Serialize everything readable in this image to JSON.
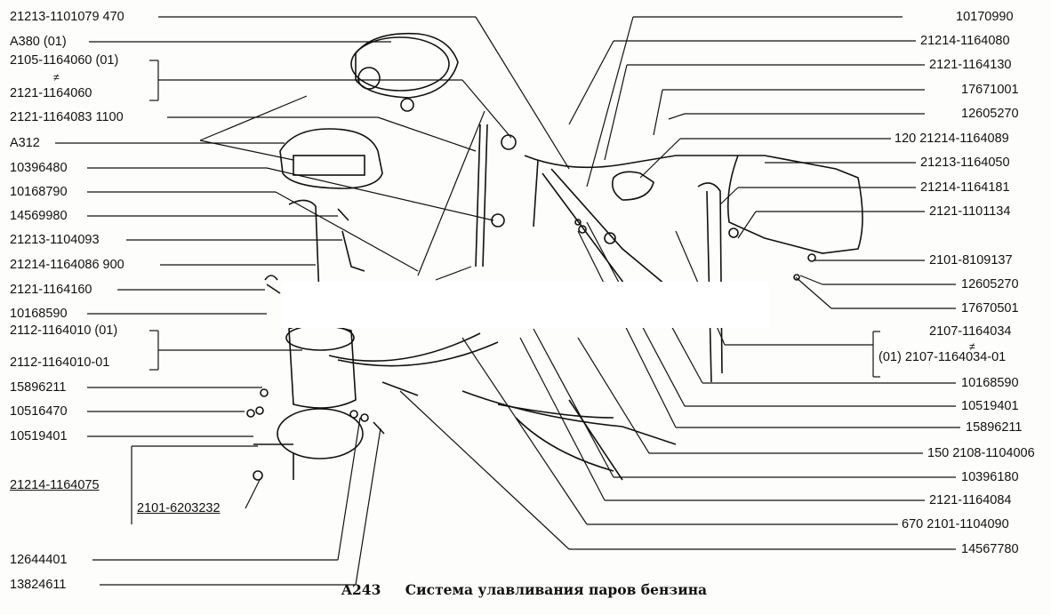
{
  "caption": {
    "code": "A243",
    "title": "Система улавливания паров бензина"
  },
  "left_labels": [
    "21213-1101079  470",
    "A380 (01)",
    "2105-1164060 (01)",
    "≠",
    "2121-1164060",
    "2121-1164083  1100",
    "A312",
    "10396480",
    "10168790",
    "14569980",
    "21213-1104093",
    "21214-1164086 900",
    "2121-1164160",
    "10168590",
    "2112-1164010 (01)",
    "2112-1164010-01",
    "15896211",
    "10516470",
    "10519401",
    "21214-1164075",
    "2101-6203232",
    "12644401",
    "13824611"
  ],
  "right_labels": [
    "10170990",
    "21214-1164080",
    "2121-1164130",
    "17671001",
    "12605270",
    "120 21214-1164089",
    "21213-1164050",
    "21214-1164181",
    "2121-1101134",
    "2101-8109137",
    "12605270",
    "17670501",
    "2107-1164034",
    "(01) 2107-1164034-01",
    "≠",
    "10168590",
    "10519401",
    "15896211",
    "150 2108-1104006",
    "10396180",
    "2121-1164084",
    "670 2101-1104090",
    "14567780"
  ],
  "colors": {
    "ink": "#111111",
    "paper": "#fdfdfb"
  }
}
